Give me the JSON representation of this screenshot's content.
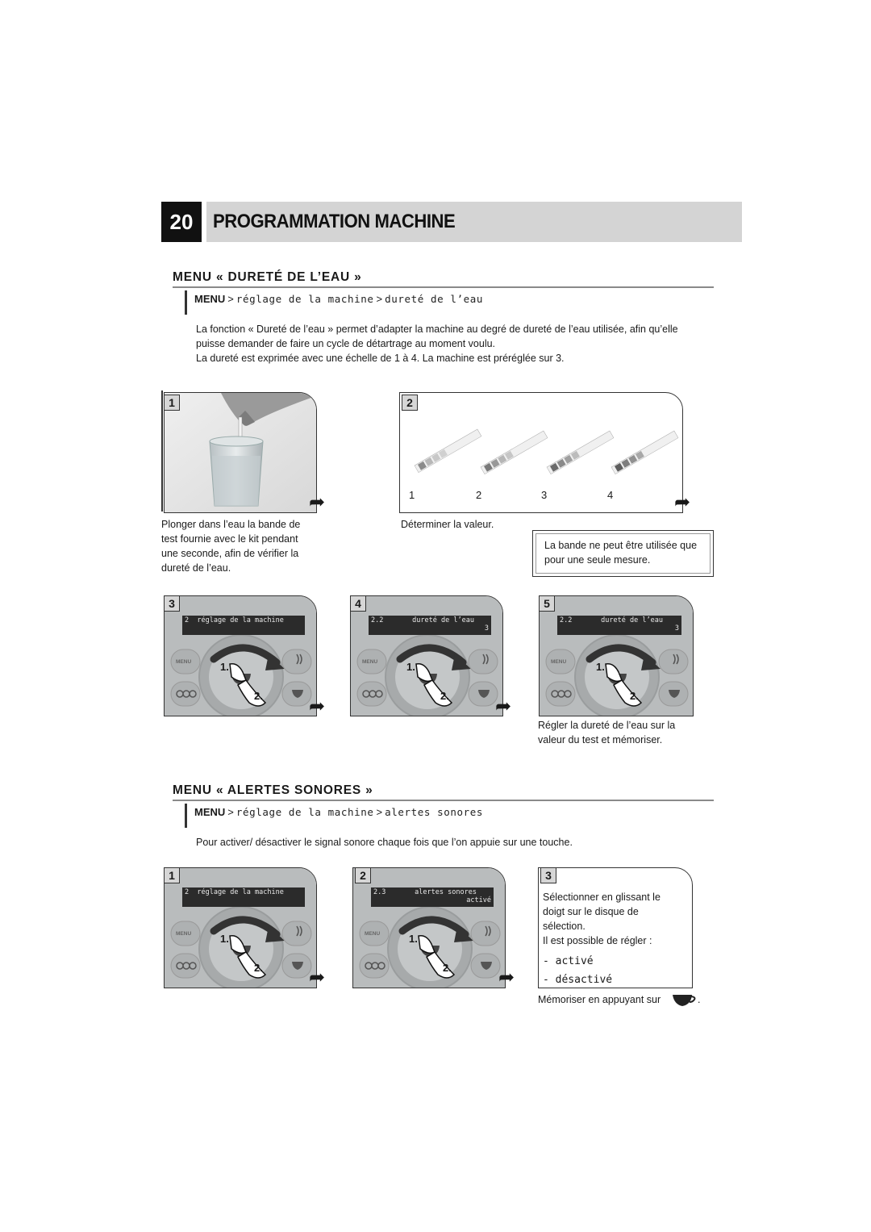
{
  "header": {
    "chapter_number": "20",
    "chapter_title": "PROGRAMMATION MACHINE"
  },
  "section1": {
    "title": "MENU « DURETÉ DE L’EAU »",
    "path": {
      "menu": "MENU",
      "sep1": ">",
      "step1": "réglage de la machine",
      "sep2": ">",
      "step2": "dureté de l’eau"
    },
    "intro": [
      "La fonction « Dureté de l’eau » permet d’adapter la machine au degré de dureté de l’eau utilisée, afin qu’elle",
      "puisse demander de faire un cycle de détartrage au moment voulu.",
      "La dureté est exprimée avec une échelle de 1 à 4. La machine est préréglée sur 3."
    ],
    "step1": {
      "num": "1",
      "caption": [
        "Plonger dans l’eau la bande de",
        "test fournie avec le kit pendant",
        "une seconde, afin de vérifier la",
        "dureté de l’eau."
      ]
    },
    "step2": {
      "num": "2",
      "strip_labels": [
        "1",
        "2",
        "3",
        "4"
      ],
      "caption": "Déterminer la valeur."
    },
    "note": [
      "La bande ne peut être utilisée que",
      "pour une seule mesure."
    ],
    "step3": {
      "num": "3",
      "lcd_line1": "2  réglage de la machine",
      "lcd_line2": ""
    },
    "step4": {
      "num": "4",
      "lcd_line1": "2.2       dureté de l’eau",
      "lcd_line2": "3"
    },
    "step5": {
      "num": "5",
      "lcd_line1": "2.2       dureté de l’eau",
      "lcd_line2": "3",
      "caption": [
        "Régler la dureté de l’eau sur la",
        "valeur du test et mémoriser."
      ]
    }
  },
  "section2": {
    "title": "MENU « ALERTES SONORES »",
    "path": {
      "menu": "MENU",
      "sep1": ">",
      "step1": "réglage de la machine",
      "sep2": ">",
      "step2": "alertes sonores"
    },
    "intro": "Pour activer/ désactiver le signal sonore chaque fois que l’on appuie sur une touche.",
    "step1": {
      "num": "1",
      "lcd_line1": "2  réglage de la machine",
      "lcd_line2": ""
    },
    "step2": {
      "num": "2",
      "lcd_line1": "2.3       alertes sonores",
      "lcd_line2": "activé"
    },
    "step3": {
      "num": "3",
      "text": [
        "Sélectionner en glissant le",
        "doigt sur le disque de",
        "sélection.",
        "Il est possible de régler :"
      ],
      "options": [
        "- activé",
        "- désactivé"
      ],
      "memorize": "Mémoriser en appuyant sur",
      "memorize_end": "."
    }
  },
  "control_panel": {
    "menu_label": "MENU",
    "gesture_1": "1.",
    "gesture_2": "2."
  },
  "colors": {
    "header_bar": "#d4d4d4",
    "chapter_box": "#111111",
    "panel_bg": "#b9bcbd",
    "lcd_bg": "#2b2b2b"
  }
}
